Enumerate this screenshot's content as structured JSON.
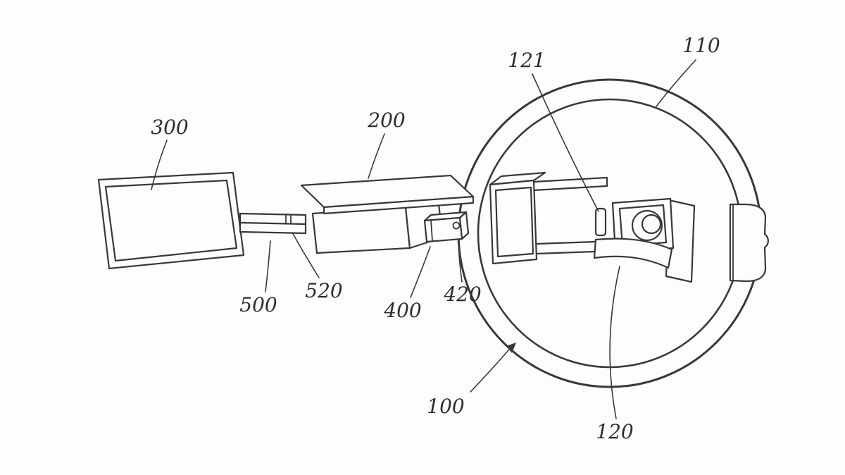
{
  "meta": {
    "description": "Patent-style line drawing: steering wheel with sliding display assembly",
    "background_color": "#fdfdfd",
    "ink_color": "#383838"
  },
  "labels": {
    "n110": "110",
    "n121": "121",
    "n100": "100",
    "n120": "120",
    "n300": "300",
    "n200": "200",
    "n500": "500",
    "n520": "520",
    "n400": "400",
    "n420": "420"
  }
}
